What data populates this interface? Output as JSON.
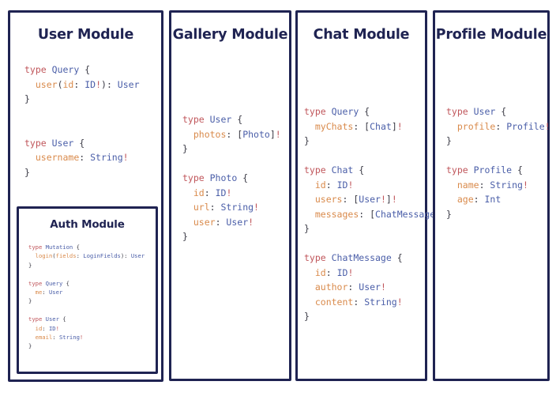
{
  "board": {
    "background": "#ffffff",
    "border_color": "#1f2352",
    "title_color": "#1f2352",
    "syntax_colors": {
      "keyword": "#c0565b",
      "type_name": "#4a5ea8",
      "field_name": "#d98a4b",
      "punctuation": "#3b3b46",
      "non_null": "#c0565b"
    }
  },
  "modules": {
    "user": {
      "title": "User Module",
      "code_lines": [
        [
          {
            "t": "type ",
            "c": "kw"
          },
          {
            "t": "Query",
            "c": "type"
          },
          {
            "t": " {",
            "c": "punc"
          }
        ],
        [
          {
            "t": "  ",
            "c": "punc"
          },
          {
            "t": "user",
            "c": "field"
          },
          {
            "t": "(",
            "c": "punc"
          },
          {
            "t": "id",
            "c": "field"
          },
          {
            "t": ": ",
            "c": "punc"
          },
          {
            "t": "ID",
            "c": "type"
          },
          {
            "t": "!",
            "c": "bang"
          },
          {
            "t": "): ",
            "c": "punc"
          },
          {
            "t": "User",
            "c": "type"
          }
        ],
        [
          {
            "t": "}",
            "c": "punc"
          }
        ],
        [],
        [],
        [
          {
            "t": "type ",
            "c": "kw"
          },
          {
            "t": "User",
            "c": "type"
          },
          {
            "t": " {",
            "c": "punc"
          }
        ],
        [
          {
            "t": "  ",
            "c": "punc"
          },
          {
            "t": "username",
            "c": "field"
          },
          {
            "t": ": ",
            "c": "punc"
          },
          {
            "t": "String",
            "c": "type"
          },
          {
            "t": "!",
            "c": "bang"
          }
        ],
        [
          {
            "t": "}",
            "c": "punc"
          }
        ]
      ],
      "submodule": {
        "title": "Auth Module",
        "code_lines": [
          [
            {
              "t": "type ",
              "c": "kw"
            },
            {
              "t": "Mutation",
              "c": "type"
            },
            {
              "t": " {",
              "c": "punc"
            }
          ],
          [
            {
              "t": "  ",
              "c": "punc"
            },
            {
              "t": "login",
              "c": "field"
            },
            {
              "t": "(",
              "c": "punc"
            },
            {
              "t": "fields",
              "c": "field"
            },
            {
              "t": ": ",
              "c": "punc"
            },
            {
              "t": "LoginFields",
              "c": "type"
            },
            {
              "t": "): ",
              "c": "punc"
            },
            {
              "t": "User",
              "c": "type"
            }
          ],
          [
            {
              "t": "}",
              "c": "punc"
            }
          ],
          [],
          [
            {
              "t": "type ",
              "c": "kw"
            },
            {
              "t": "Query",
              "c": "type"
            },
            {
              "t": " {",
              "c": "punc"
            }
          ],
          [
            {
              "t": "  ",
              "c": "punc"
            },
            {
              "t": "me",
              "c": "field"
            },
            {
              "t": ": ",
              "c": "punc"
            },
            {
              "t": "User",
              "c": "type"
            }
          ],
          [
            {
              "t": "}",
              "c": "punc"
            }
          ],
          [],
          [
            {
              "t": "type ",
              "c": "kw"
            },
            {
              "t": "User",
              "c": "type"
            },
            {
              "t": " {",
              "c": "punc"
            }
          ],
          [
            {
              "t": "  ",
              "c": "punc"
            },
            {
              "t": "id",
              "c": "field"
            },
            {
              "t": ": ",
              "c": "punc"
            },
            {
              "t": "ID",
              "c": "type"
            },
            {
              "t": "!",
              "c": "bang"
            }
          ],
          [
            {
              "t": "  ",
              "c": "punc"
            },
            {
              "t": "email",
              "c": "field"
            },
            {
              "t": ": ",
              "c": "punc"
            },
            {
              "t": "String",
              "c": "type"
            },
            {
              "t": "!",
              "c": "bang"
            }
          ],
          [
            {
              "t": "}",
              "c": "punc"
            }
          ]
        ]
      }
    },
    "gallery": {
      "title": "Gallery Module",
      "code_lines": [
        [
          {
            "t": "type ",
            "c": "kw"
          },
          {
            "t": "User",
            "c": "type"
          },
          {
            "t": " {",
            "c": "punc"
          }
        ],
        [
          {
            "t": "  ",
            "c": "punc"
          },
          {
            "t": "photos",
            "c": "field"
          },
          {
            "t": ": [",
            "c": "punc"
          },
          {
            "t": "Photo",
            "c": "type"
          },
          {
            "t": "]",
            "c": "punc"
          },
          {
            "t": "!",
            "c": "bang"
          }
        ],
        [
          {
            "t": "}",
            "c": "punc"
          }
        ],
        [],
        [
          {
            "t": "type ",
            "c": "kw"
          },
          {
            "t": "Photo",
            "c": "type"
          },
          {
            "t": " {",
            "c": "punc"
          }
        ],
        [
          {
            "t": "  ",
            "c": "punc"
          },
          {
            "t": "id",
            "c": "field"
          },
          {
            "t": ": ",
            "c": "punc"
          },
          {
            "t": "ID",
            "c": "type"
          },
          {
            "t": "!",
            "c": "bang"
          }
        ],
        [
          {
            "t": "  ",
            "c": "punc"
          },
          {
            "t": "url",
            "c": "field"
          },
          {
            "t": ": ",
            "c": "punc"
          },
          {
            "t": "String",
            "c": "type"
          },
          {
            "t": "!",
            "c": "bang"
          }
        ],
        [
          {
            "t": "  ",
            "c": "punc"
          },
          {
            "t": "user",
            "c": "field"
          },
          {
            "t": ": ",
            "c": "punc"
          },
          {
            "t": "User",
            "c": "type"
          },
          {
            "t": "!",
            "c": "bang"
          }
        ],
        [
          {
            "t": "}",
            "c": "punc"
          }
        ]
      ]
    },
    "chat": {
      "title": "Chat Module",
      "code_lines": [
        [
          {
            "t": "type ",
            "c": "kw"
          },
          {
            "t": "Query",
            "c": "type"
          },
          {
            "t": " {",
            "c": "punc"
          }
        ],
        [
          {
            "t": "  ",
            "c": "punc"
          },
          {
            "t": "myChats",
            "c": "field"
          },
          {
            "t": ": [",
            "c": "punc"
          },
          {
            "t": "Chat",
            "c": "type"
          },
          {
            "t": "]",
            "c": "punc"
          },
          {
            "t": "!",
            "c": "bang"
          }
        ],
        [
          {
            "t": "}",
            "c": "punc"
          }
        ],
        [],
        [
          {
            "t": "type ",
            "c": "kw"
          },
          {
            "t": "Chat",
            "c": "type"
          },
          {
            "t": " {",
            "c": "punc"
          }
        ],
        [
          {
            "t": "  ",
            "c": "punc"
          },
          {
            "t": "id",
            "c": "field"
          },
          {
            "t": ": ",
            "c": "punc"
          },
          {
            "t": "ID",
            "c": "type"
          },
          {
            "t": "!",
            "c": "bang"
          }
        ],
        [
          {
            "t": "  ",
            "c": "punc"
          },
          {
            "t": "users",
            "c": "field"
          },
          {
            "t": ": [",
            "c": "punc"
          },
          {
            "t": "User",
            "c": "type"
          },
          {
            "t": "!",
            "c": "bang"
          },
          {
            "t": "]",
            "c": "punc"
          },
          {
            "t": "!",
            "c": "bang"
          }
        ],
        [
          {
            "t": "  ",
            "c": "punc"
          },
          {
            "t": "messages",
            "c": "field"
          },
          {
            "t": ": [",
            "c": "punc"
          },
          {
            "t": "ChatMessage",
            "c": "type"
          },
          {
            "t": "]",
            "c": "punc"
          },
          {
            "t": "!",
            "c": "bang"
          }
        ],
        [
          {
            "t": "}",
            "c": "punc"
          }
        ],
        [],
        [
          {
            "t": "type ",
            "c": "kw"
          },
          {
            "t": "ChatMessage",
            "c": "type"
          },
          {
            "t": " {",
            "c": "punc"
          }
        ],
        [
          {
            "t": "  ",
            "c": "punc"
          },
          {
            "t": "id",
            "c": "field"
          },
          {
            "t": ": ",
            "c": "punc"
          },
          {
            "t": "ID",
            "c": "type"
          },
          {
            "t": "!",
            "c": "bang"
          }
        ],
        [
          {
            "t": "  ",
            "c": "punc"
          },
          {
            "t": "author",
            "c": "field"
          },
          {
            "t": ": ",
            "c": "punc"
          },
          {
            "t": "User",
            "c": "type"
          },
          {
            "t": "!",
            "c": "bang"
          }
        ],
        [
          {
            "t": "  ",
            "c": "punc"
          },
          {
            "t": "content",
            "c": "field"
          },
          {
            "t": ": ",
            "c": "punc"
          },
          {
            "t": "String",
            "c": "type"
          },
          {
            "t": "!",
            "c": "bang"
          }
        ],
        [
          {
            "t": "}",
            "c": "punc"
          }
        ]
      ]
    },
    "profile": {
      "title": "Profile Module",
      "code_lines": [
        [
          {
            "t": "type ",
            "c": "kw"
          },
          {
            "t": "User",
            "c": "type"
          },
          {
            "t": " {",
            "c": "punc"
          }
        ],
        [
          {
            "t": "  ",
            "c": "punc"
          },
          {
            "t": "profile",
            "c": "field"
          },
          {
            "t": ": ",
            "c": "punc"
          },
          {
            "t": "Profile",
            "c": "type"
          },
          {
            "t": "!",
            "c": "bang"
          }
        ],
        [
          {
            "t": "}",
            "c": "punc"
          }
        ],
        [],
        [
          {
            "t": "type ",
            "c": "kw"
          },
          {
            "t": "Profile",
            "c": "type"
          },
          {
            "t": " {",
            "c": "punc"
          }
        ],
        [
          {
            "t": "  ",
            "c": "punc"
          },
          {
            "t": "name",
            "c": "field"
          },
          {
            "t": ": ",
            "c": "punc"
          },
          {
            "t": "String",
            "c": "type"
          },
          {
            "t": "!",
            "c": "bang"
          }
        ],
        [
          {
            "t": "  ",
            "c": "punc"
          },
          {
            "t": "age",
            "c": "field"
          },
          {
            "t": ": ",
            "c": "punc"
          },
          {
            "t": "Int",
            "c": "type"
          }
        ],
        [
          {
            "t": "}",
            "c": "punc"
          }
        ]
      ]
    }
  }
}
